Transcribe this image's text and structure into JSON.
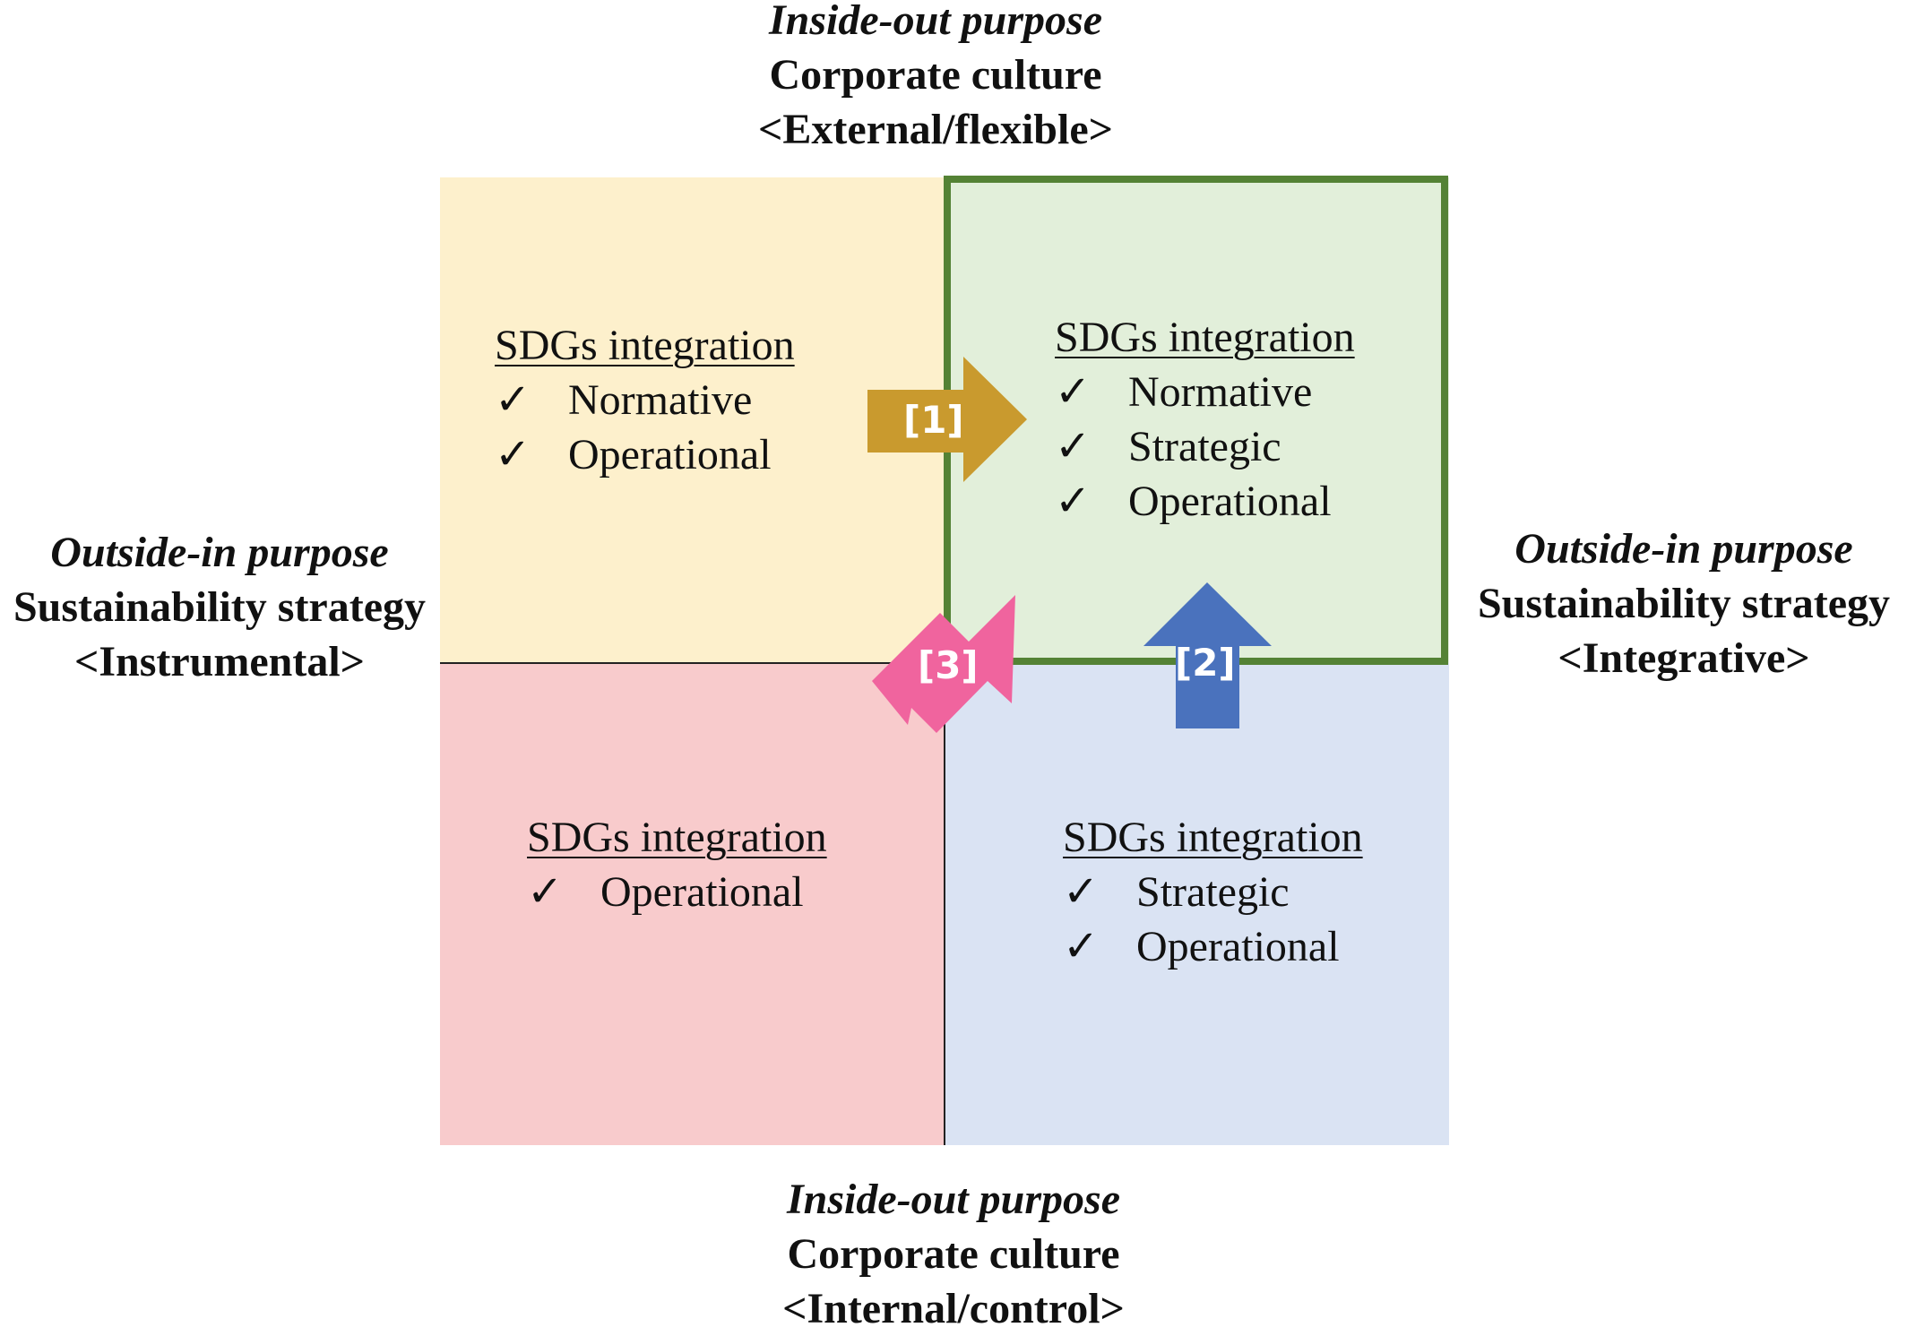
{
  "axes": {
    "top": {
      "purpose": "Inside-out purpose",
      "dimension": "Corporate culture",
      "pole": "<External/flexible>"
    },
    "bottom": {
      "purpose": "Inside-out purpose",
      "dimension": "Corporate culture",
      "pole": "<Internal/control>"
    },
    "left": {
      "purpose": "Outside-in purpose",
      "dimension": "Sustainability strategy",
      "pole": "<Instrumental>"
    },
    "right": {
      "purpose": "Outside-in purpose",
      "dimension": "Sustainability strategy",
      "pole": "<Integrative>"
    }
  },
  "quadrants": {
    "top_left": {
      "heading": "SDGs integration",
      "items": [
        "Normative",
        "Operational"
      ],
      "color": "#fdf0cc"
    },
    "top_right": {
      "heading": "SDGs integration",
      "items": [
        "Normative",
        "Strategic",
        "Operational"
      ],
      "color": "#e2efda",
      "border": "#548235"
    },
    "bottom_left": {
      "heading": "SDGs integration",
      "items": [
        "Operational"
      ],
      "color": "#f8cbcc"
    },
    "bottom_right": {
      "heading": "SDGs integration",
      "items": [
        "Strategic",
        "Operational"
      ],
      "color": "#dae3f3"
    }
  },
  "check_mark": "✓",
  "arrows": {
    "a1": {
      "label": "[1]",
      "color": "#c99a2e"
    },
    "a2": {
      "label": "[2]",
      "color": "#4a72bd"
    },
    "a3": {
      "label": "[3]",
      "color": "#f0649e"
    }
  }
}
